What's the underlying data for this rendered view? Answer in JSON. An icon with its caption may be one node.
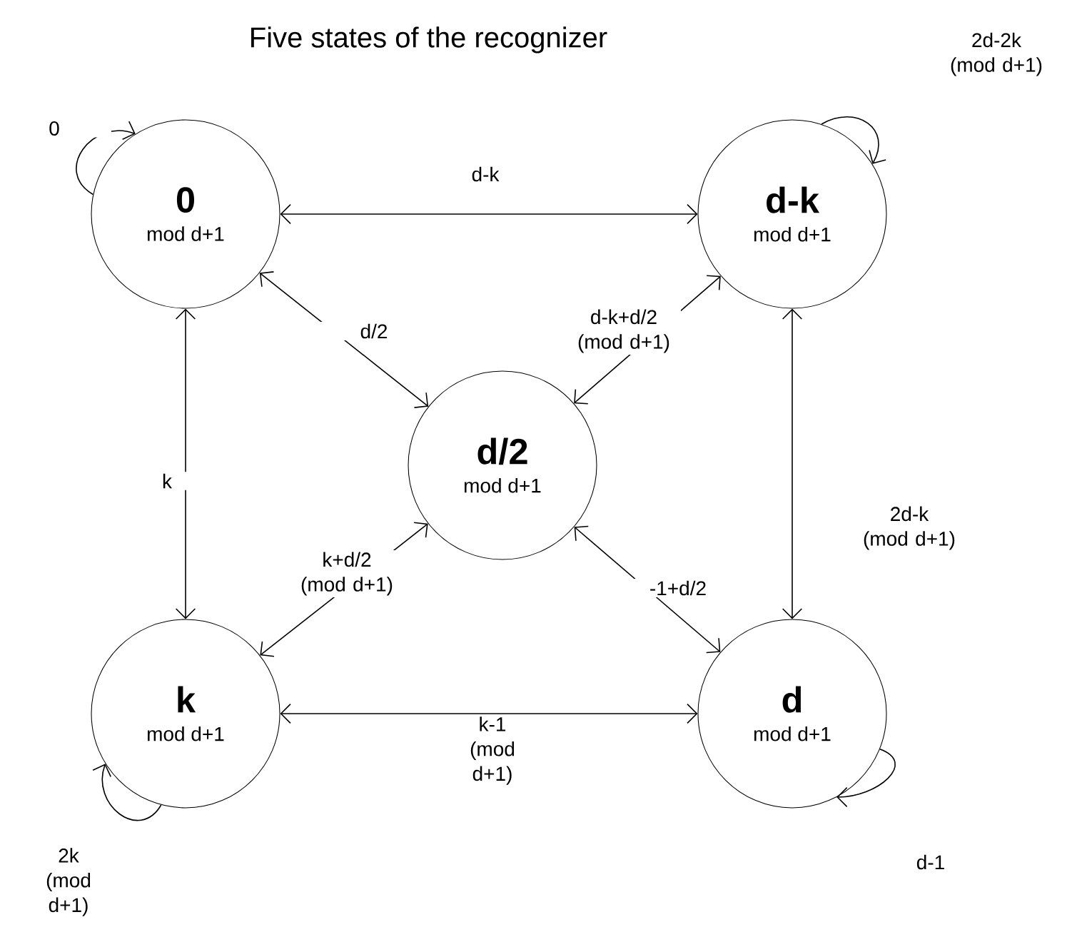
{
  "diagram": {
    "title": "Five states of the recognizer",
    "nodes": [
      {
        "text": [
          "0",
          "mod d+1"
        ]
      },
      {
        "text": [
          "d-k",
          "mod d+1"
        ]
      },
      {
        "text": [
          "d/2",
          "mod d+1"
        ]
      },
      {
        "text": [
          "k",
          "mod d+1"
        ]
      },
      {
        "text": [
          "d",
          "mod d+1"
        ]
      }
    ],
    "edges": [
      {
        "from": 0,
        "to": 0,
        "arrow": "to",
        "label": "0"
      },
      {
        "from": 1,
        "to": 1,
        "arrow": "to",
        "label": "2d-2k (mod d+1)"
      },
      {
        "from": 0,
        "to": 1,
        "arrow": "both",
        "label": "d-k"
      },
      {
        "from": 0,
        "to": 2,
        "arrow": "both",
        "label": "d/2"
      },
      {
        "from": 1,
        "to": 2,
        "arrow": "both",
        "label": "d-k+d/2 (mod d+1)"
      },
      {
        "from": 0,
        "to": 3,
        "arrow": "both",
        "label": "k"
      },
      {
        "from": 1,
        "to": 4,
        "arrow": "both",
        "label": "2d-k (mod d+1)"
      },
      {
        "from": 2,
        "to": 3,
        "arrow": "both",
        "label": "k+d/2 (mod d+1)"
      },
      {
        "from": 2,
        "to": 4,
        "arrow": "both",
        "label": "-1+d/2"
      },
      {
        "from": 3,
        "to": 4,
        "arrow": "both",
        "label": "k-1 (mod d+1)"
      },
      {
        "from": 3,
        "to": 3,
        "arrow": "to",
        "label": "2k (mod d+1)"
      },
      {
        "from": 4,
        "to": 4,
        "arrow": "to",
        "label": "d-1"
      }
    ]
  }
}
